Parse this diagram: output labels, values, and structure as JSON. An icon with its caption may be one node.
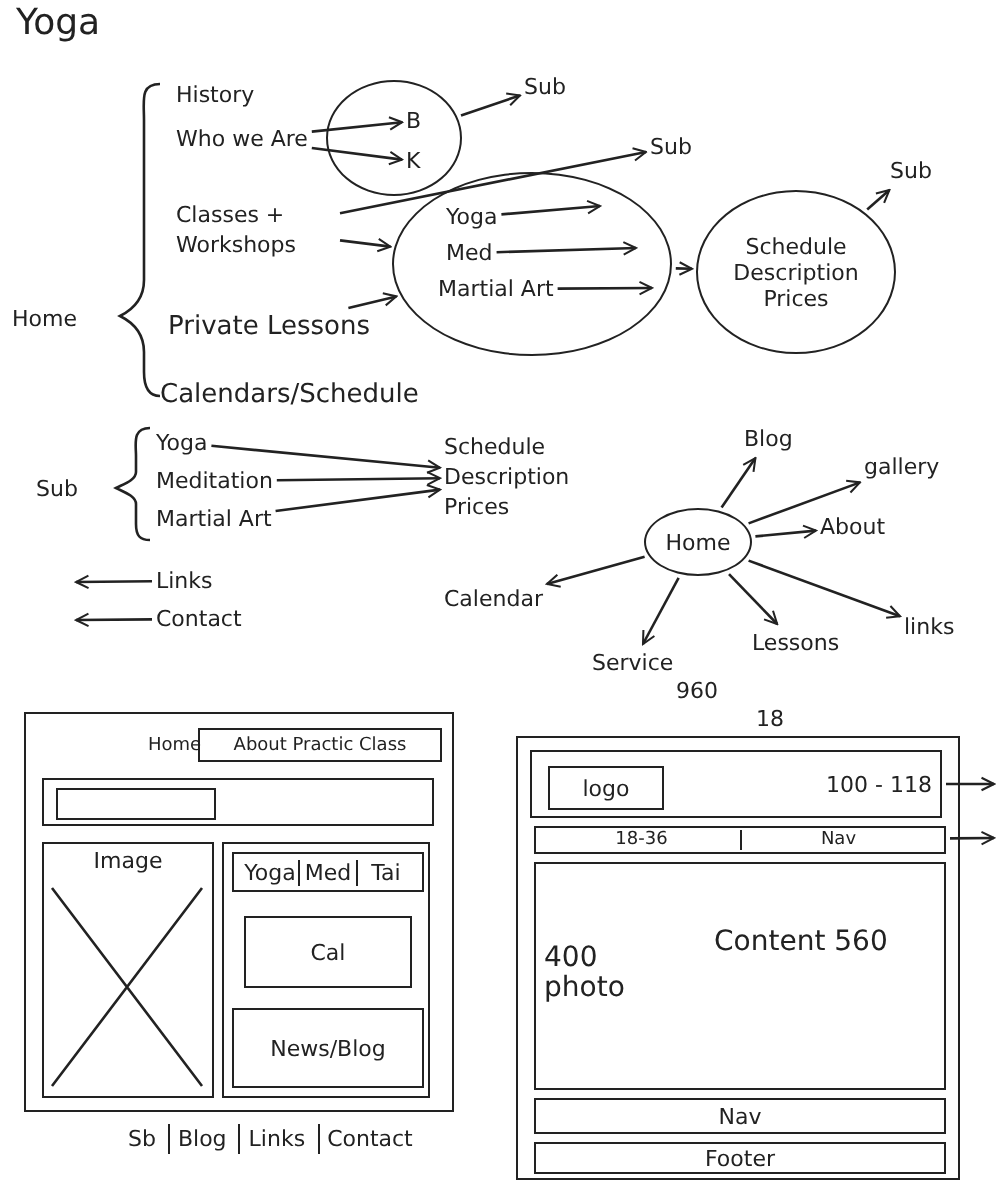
{
  "diagram": {
    "title": "Yoga",
    "nodes": [
      {
        "text": [
          "Home"
        ]
      },
      {
        "text": [
          "History"
        ]
      },
      {
        "text": [
          "Who we Are"
        ]
      },
      {
        "text": [],
        "shape": "circle"
      },
      {
        "text": [
          "B"
        ],
        "in": 3
      },
      {
        "text": [
          "K"
        ],
        "in": 3
      },
      {
        "text": [
          "Sub"
        ]
      },
      {
        "text": [
          "Classes + Workshops"
        ]
      },
      {
        "text": [],
        "shape": "circle"
      },
      {
        "text": [
          "Yoga"
        ],
        "in": 8
      },
      {
        "text": [
          "Med"
        ],
        "in": 8
      },
      {
        "text": [
          "Martial Art"
        ],
        "in": 8
      },
      {
        "text": [
          "Sub"
        ]
      },
      {
        "text": [
          "Schedule Description Prices"
        ]
      },
      {
        "text": [
          "Sub"
        ]
      },
      {
        "text": [
          "Private Lessons"
        ]
      },
      {
        "text": [
          "Calendars/Schedule"
        ]
      },
      {
        "text": [
          "Sub"
        ]
      },
      {
        "text": [
          "Yoga"
        ]
      },
      {
        "text": [
          "Meditation"
        ]
      },
      {
        "text": [
          "Martial Art"
        ]
      },
      {
        "text": [
          "Schedule Description Prices"
        ]
      },
      {
        "text": [
          "Links"
        ]
      },
      {
        "text": [
          "Contact"
        ]
      },
      {
        "text": [
          "Home"
        ]
      },
      {
        "text": [
          "Blog"
        ]
      },
      {
        "text": [
          "gallery"
        ]
      },
      {
        "text": [
          "About"
        ]
      },
      {
        "text": [
          "links"
        ]
      },
      {
        "text": [
          "Lessons"
        ]
      },
      {
        "text": [
          "Service"
        ]
      },
      {
        "text": [
          "Calendar"
        ]
      },
      {
        "text": [],
        "shape": "box"
      },
      {
        "text": [
          "About Practic Class"
        ],
        "in": 32
      },
      {
        "text": [],
        "shape": "box",
        "in": 32
      },
      {
        "text": [],
        "shape": "box",
        "in": 34
      },
      {
        "text": [
          "Image"
        ],
        "in": 32
      },
      {
        "text": [],
        "shape": "box",
        "in": 32
      },
      {
        "text": [
          "Yoga",
          "Med",
          "Tai"
        ],
        "in": 37
      },
      {
        "text": [
          "Cal"
        ],
        "in": 37
      },
      {
        "text": [
          "News/Blog"
        ],
        "in": 37
      },
      {
        "text": [],
        "shape": "box"
      },
      {
        "text": [
          "100 - 118"
        ],
        "in": 41
      },
      {
        "text": [
          "logo"
        ],
        "in": 42
      },
      {
        "text": [
          "18-36",
          "Nav"
        ],
        "in": 41
      },
      {
        "text": [],
        "shape": "box",
        "in": 41
      },
      {
        "text": [
          "400 photo"
        ],
        "in": 45
      },
      {
        "text": [
          "Content 560"
        ],
        "in": 45
      },
      {
        "text": [
          "Nav"
        ],
        "in": 41
      },
      {
        "text": [
          "Footer"
        ],
        "in": 41
      }
    ],
    "edges": [
      {
        "from": 2,
        "to": 4,
        "arrow": "to"
      },
      {
        "from": 2,
        "to": 5,
        "arrow": "to"
      },
      {
        "from": 3,
        "to": 6,
        "arrow": "to"
      },
      {
        "from": 7,
        "to": 12,
        "arrow": "to"
      },
      {
        "from": 7,
        "to": 8,
        "arrow": "to"
      },
      {
        "from": 9,
        "to": null,
        "arrow": "to"
      },
      {
        "from": 10,
        "to": null,
        "arrow": "to"
      },
      {
        "from": 11,
        "to": null,
        "arrow": "to"
      },
      {
        "from": 8,
        "to": 13,
        "arrow": "to"
      },
      {
        "from": 13,
        "to": 14,
        "arrow": "to"
      },
      {
        "from": 15,
        "to": 8,
        "arrow": "to"
      },
      {
        "from": 18,
        "to": 21,
        "arrow": "to"
      },
      {
        "from": 19,
        "to": 21,
        "arrow": "to"
      },
      {
        "from": 20,
        "to": 21,
        "arrow": "to"
      },
      {
        "from": 22,
        "to": null,
        "arrow": "to"
      },
      {
        "from": 23,
        "to": null,
        "arrow": "to"
      },
      {
        "from": 24,
        "to": 25,
        "arrow": "to"
      },
      {
        "from": 24,
        "to": 26,
        "arrow": "to"
      },
      {
        "from": 24,
        "to": 27,
        "arrow": "to"
      },
      {
        "from": 24,
        "to": 28,
        "arrow": "to"
      },
      {
        "from": 24,
        "to": 29,
        "arrow": "to"
      },
      {
        "from": 24,
        "to": 30,
        "arrow": "to"
      },
      {
        "from": 24,
        "to": 31,
        "arrow": "to"
      },
      {
        "from": 42,
        "to": null,
        "arrow": "to"
      },
      {
        "from": 44,
        "to": null,
        "arrow": "to"
      }
    ],
    "labels": [
      "Home",
      "960",
      "18",
      "Sb",
      "Blog",
      "Links",
      "Contact"
    ]
  }
}
